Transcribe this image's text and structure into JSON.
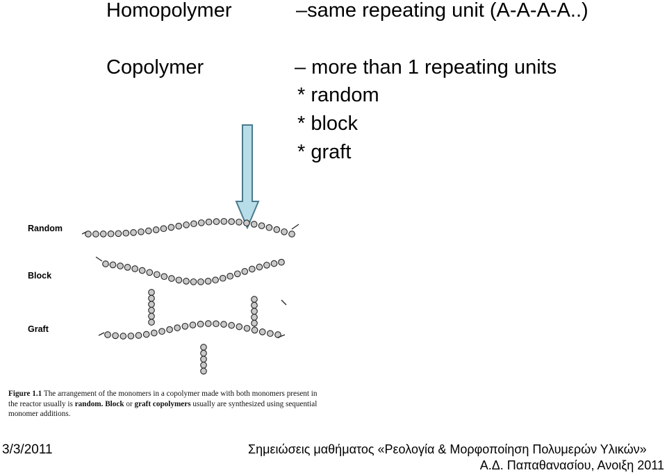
{
  "slide": {
    "homopolymer": {
      "label": "Homopolymer",
      "desc": "–same repeating unit (A-A-A-A..)"
    },
    "copolymer": {
      "label": "Copolymer",
      "desc": "– more than 1 repeating units",
      "types": [
        "* random",
        "* block",
        "* graft"
      ]
    }
  },
  "figure": {
    "labels": {
      "random": "Random",
      "block": "Block",
      "graft": "Graft"
    },
    "caption": {
      "number": "Figure 1.1",
      "text_a": " The arrangement of the monomers in a copolymer made with both monomers present in the reactor usually is ",
      "word_random": "random.",
      "text_b": " ",
      "word_block": "Block",
      "text_c": " or ",
      "word_graft": "graft copolymers",
      "text_d": " usually are synthesized using sequential monomer additions."
    }
  },
  "footer": {
    "date": "3/3/2011",
    "course": "Σημειώσεις μαθήματος «Ρεολογία & Μορφοποίηση Πολυμερών Υλικών»",
    "author": "Α.Δ. Παπαθανασίου, Ανοιξη 2011"
  },
  "colors": {
    "arrow_fill": "#b7dde8",
    "arrow_stroke": "#4a7a8c",
    "bead_fill": "#c9c9c9"
  }
}
